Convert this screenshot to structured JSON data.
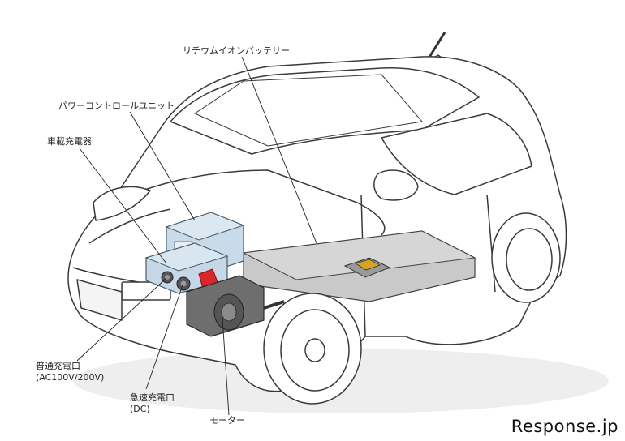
{
  "labels": {
    "battery": "リチウムイオンバッテリー",
    "power_control_unit": "パワーコントロールユニット",
    "onboard_charger": "車載充電器",
    "normal_charge_port_line1": "普通充電口",
    "normal_charge_port_line2": "(AC100V/200V)",
    "quick_charge_port_line1": "急速充電口",
    "quick_charge_port_line2": "(DC)",
    "motor": "モーター"
  },
  "watermark": "Response.jp",
  "colors": {
    "battery_fill": "#c9c9c9",
    "pcu_fill": "#c9dbe9",
    "charger_fill": "#c6d8e8",
    "motor_fill": "#6e6e6e",
    "accent_red": "#d8262c",
    "outline": "#3a3a3a"
  }
}
